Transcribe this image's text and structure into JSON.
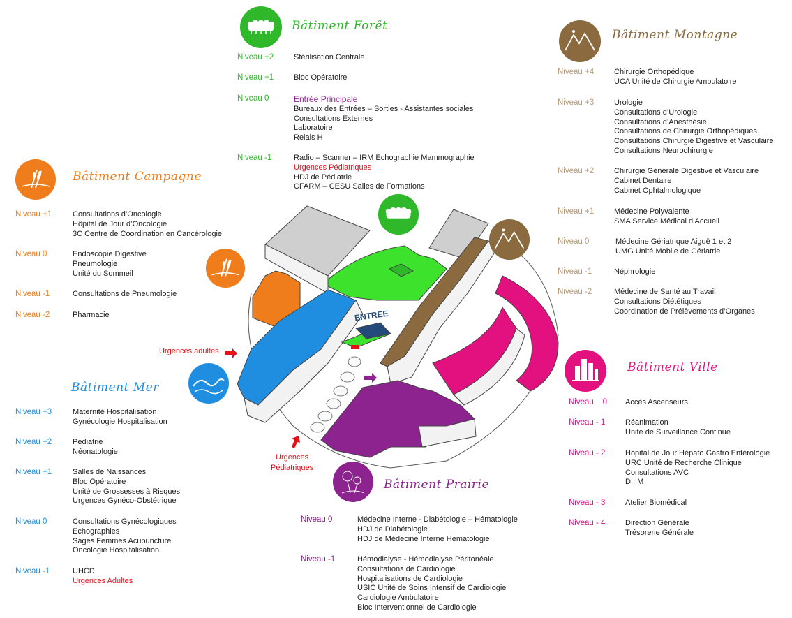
{
  "colors": {
    "foret": "#2fb82a",
    "montagne": "#8a6a3e",
    "campagne": "#f07d1c",
    "mer": "#1f8ee0",
    "ville": "#e3117f",
    "prairie": "#8d238f",
    "urgent": "#e2121b"
  },
  "foret": {
    "title": "Bâtiment Forêt",
    "levels": [
      {
        "level": "Niveau +2",
        "items": [
          "Stérilisation Centrale"
        ]
      },
      {
        "level": "Niveau +1",
        "items": [
          "Bloc Opératoire"
        ]
      },
      {
        "level": "Niveau 0",
        "items": [
          "Entrée Principale",
          "Bureaux des Entrées – Sorties - Assistantes sociales",
          "Consultations Externes",
          "Laboratoire",
          "Relais H"
        ]
      },
      {
        "level": "Niveau -1",
        "items": [
          "Radio – Scanner – IRM Echographie  Mammographie",
          "Urgences Pédiatriques",
          "HDJ de Pédiatrie",
          "CFARM – CESU Salles de Formations"
        ]
      }
    ]
  },
  "montagne": {
    "title": "Bâtiment Montagne",
    "levels": [
      {
        "level": "Niveau +4",
        "items": [
          "Chirurgie Orthopédique",
          "UCA Unité de Chirurgie Ambulatoire"
        ]
      },
      {
        "level": "Niveau +3",
        "items": [
          "Urologie",
          "Consultations d’Urologie",
          "Consultations d’Anesthésie",
          "Consultations de Chirurgie Orthopédiques",
          "Consultations Chirurgie Digestive et Vasculaire",
          "Consultations Neurochirurgie"
        ]
      },
      {
        "level": "Niveau +2",
        "items": [
          "Chirurgie Générale Digestive et Vasculaire",
          "Cabinet Dentaire",
          "Cabinet Ophtalmologique"
        ]
      },
      {
        "level": "Niveau +1",
        "items": [
          "Médecine Polyvalente",
          "SMA  Service Médical d’Accueil"
        ]
      },
      {
        "level": "Niveau 0",
        "items": [
          "Médecine Gériatrique Aiguë 1 et 2",
          "UMG  Unité Mobile de Gériatrie"
        ]
      },
      {
        "level": "Niveau -1",
        "items": [
          "Néphrologie"
        ]
      },
      {
        "level": "Niveau -2",
        "items": [
          "Médecine de Santé au Travail",
          "Consultations Diététiques",
          "Coordination de Prélèvements d’Organes"
        ]
      }
    ]
  },
  "campagne": {
    "title": "Bâtiment Campagne",
    "levels": [
      {
        "level": "Niveau +1",
        "items": [
          "Consultations d’Oncologie",
          "Hôpital de Jour d’Oncologie",
          "3C Centre de Coordination en Cancérologie"
        ]
      },
      {
        "level": "Niveau 0",
        "items": [
          "Endoscopie Digestive",
          "Pneumologie",
          "Unité du Sommeil"
        ]
      },
      {
        "level": "Niveau -1",
        "items": [
          "Consultations de Pneumologie"
        ]
      },
      {
        "level": "Niveau -2",
        "items": [
          "Pharmacie"
        ]
      }
    ]
  },
  "mer": {
    "title": "Bâtiment Mer",
    "levels": [
      {
        "level": "Niveau +3",
        "items": [
          "Maternité Hospitalisation",
          "Gynécologie Hospitalisation"
        ]
      },
      {
        "level": "Niveau +2",
        "items": [
          "Pédiatrie",
          "Néonatologie"
        ]
      },
      {
        "level": "Niveau +1",
        "items": [
          "Salles de Naissances",
          "Bloc Opératoire",
          "Unité de Grossesses à Risques",
          "Urgences Gynéco-Obstétrique"
        ]
      },
      {
        "level": "Niveau 0",
        "items": [
          "Consultations Gynécologiques",
          "Echographies",
          "Sages Femmes Acupuncture",
          "Oncologie Hospitalisation"
        ]
      },
      {
        "level": "Niveau -1",
        "items": [
          "UHCD",
          "Urgences Adultes"
        ]
      }
    ]
  },
  "ville": {
    "title": "Bâtiment Ville",
    "levels": [
      {
        "level": "Niveau    0",
        "items": [
          "Accès Ascenseurs"
        ]
      },
      {
        "level": "Niveau - 1",
        "items": [
          "Réanimation",
          "Unité de Surveillance Continue"
        ]
      },
      {
        "level": "Niveau - 2",
        "items": [
          "Hôpital de Jour Hépato Gastro Entérologie",
          "URC Unité de Recherche Clinique",
          "Consultations AVC",
          "D.I.M"
        ]
      },
      {
        "level": "Niveau - 3",
        "items": [
          "Atelier Biomédical"
        ]
      },
      {
        "level": "Niveau - 4",
        "items": [
          "Direction Générale",
          "Trésorerie Générale"
        ]
      }
    ]
  },
  "prairie": {
    "title": "Bâtiment Prairie",
    "levels": [
      {
        "level": "Niveau 0",
        "items": [
          "Médecine Interne - Diabétologie – Hématologie",
          "HDJ de Diabétologie",
          "HDJ de Médecine Interne Hématologie"
        ]
      },
      {
        "level": "Niveau -1",
        "items": [
          "Hémodialyse  -  Hémodialyse Péritonéale",
          "Consultations de Cardiologie",
          "Hospitalisations de Cardiologie",
          "USIC Unité de Soins Intensif de Cardiologie",
          "Cardiologie Ambulatoire",
          "Bloc Interventionnel de Cardiologie"
        ]
      }
    ]
  },
  "map": {
    "entree": "ENTREE",
    "urgences_adultes": "Urgences adultes",
    "urgences_ped_line1": "Urgences",
    "urgences_ped_line2": "Pédiatriques"
  },
  "icons": {
    "foret": "tree-icon",
    "montagne": "mountain-icon",
    "campagne": "wheat-icon",
    "mer": "wave-icon",
    "ville": "city-icon",
    "prairie": "dandelion-icon"
  }
}
